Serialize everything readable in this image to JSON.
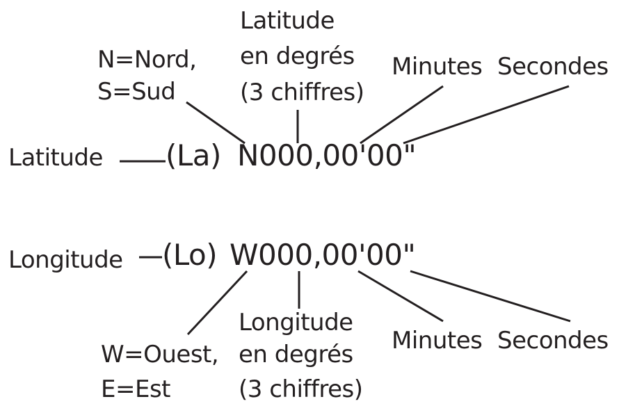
{
  "colors": {
    "background": "#ffffff",
    "ink": "#231f20"
  },
  "latitude": {
    "row_label": "Latitude",
    "prefix": "(La)",
    "code": "N000,00'00\"",
    "hemisphere_note": [
      "N=Nord,",
      "S=Sud"
    ],
    "degrees_note": [
      "Latitude",
      "en degrés",
      "(3 chiffres)"
    ],
    "minutes_label": "Minutes",
    "seconds_label": "Secondes"
  },
  "longitude": {
    "row_label": "Longitude",
    "prefix": "(Lo)",
    "code": "W000,00'00\"",
    "hemisphere_note": [
      "W=Ouest,",
      "E=Est"
    ],
    "degrees_note": [
      "Longitude",
      "en degrés",
      "(3 chiffres)"
    ],
    "minutes_label": "Minutes",
    "seconds_label": "Secondes"
  }
}
